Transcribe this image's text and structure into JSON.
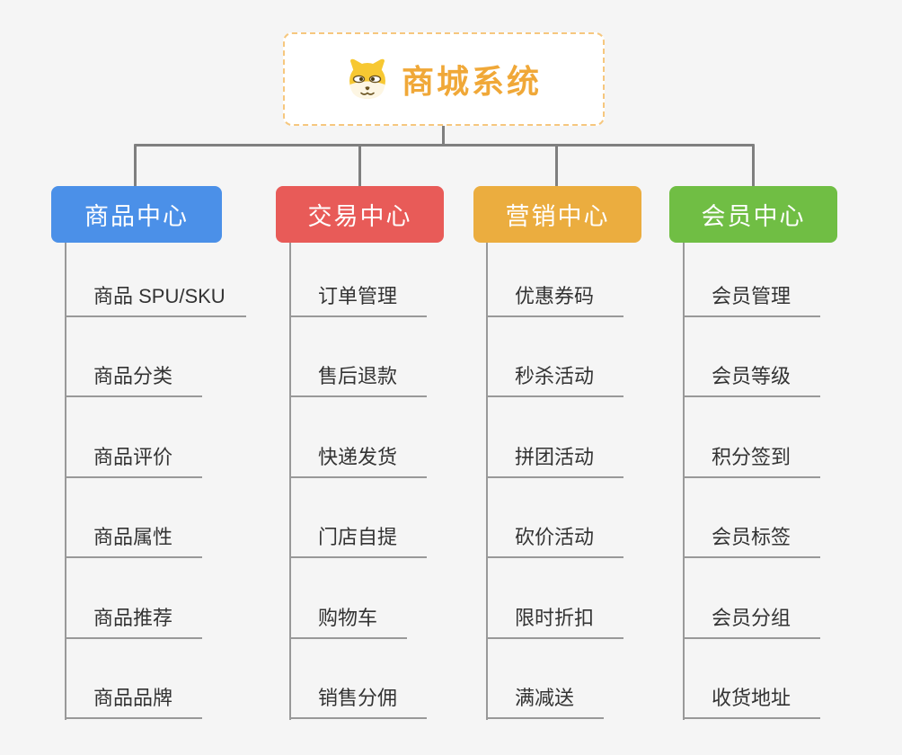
{
  "root": {
    "title": "商城系统",
    "icon": "dog-face-icon",
    "border_color": "#f6c77e",
    "title_color": "#f0a838"
  },
  "connector_color": "#7f7f7f",
  "child_line_color": "#999999",
  "child_text_color": "#333333",
  "background_color": "#f5f5f5",
  "branches": [
    {
      "label": "商品中心",
      "color": "#4b90e8",
      "children": [
        "商品 SPU/SKU",
        "商品分类",
        "商品评价",
        "商品属性",
        "商品推荐",
        "商品品牌"
      ]
    },
    {
      "label": "交易中心",
      "color": "#e85b58",
      "children": [
        "订单管理",
        "售后退款",
        "快递发货",
        "门店自提",
        "购物车",
        "销售分佣"
      ]
    },
    {
      "label": "营销中心",
      "color": "#ebad3f",
      "children": [
        "优惠券码",
        "秒杀活动",
        "拼团活动",
        "砍价活动",
        "限时折扣",
        "满减送"
      ]
    },
    {
      "label": "会员中心",
      "color": "#70be44",
      "children": [
        "会员管理",
        "会员等级",
        "积分签到",
        "会员标签",
        "会员分组",
        "收货地址"
      ]
    }
  ]
}
